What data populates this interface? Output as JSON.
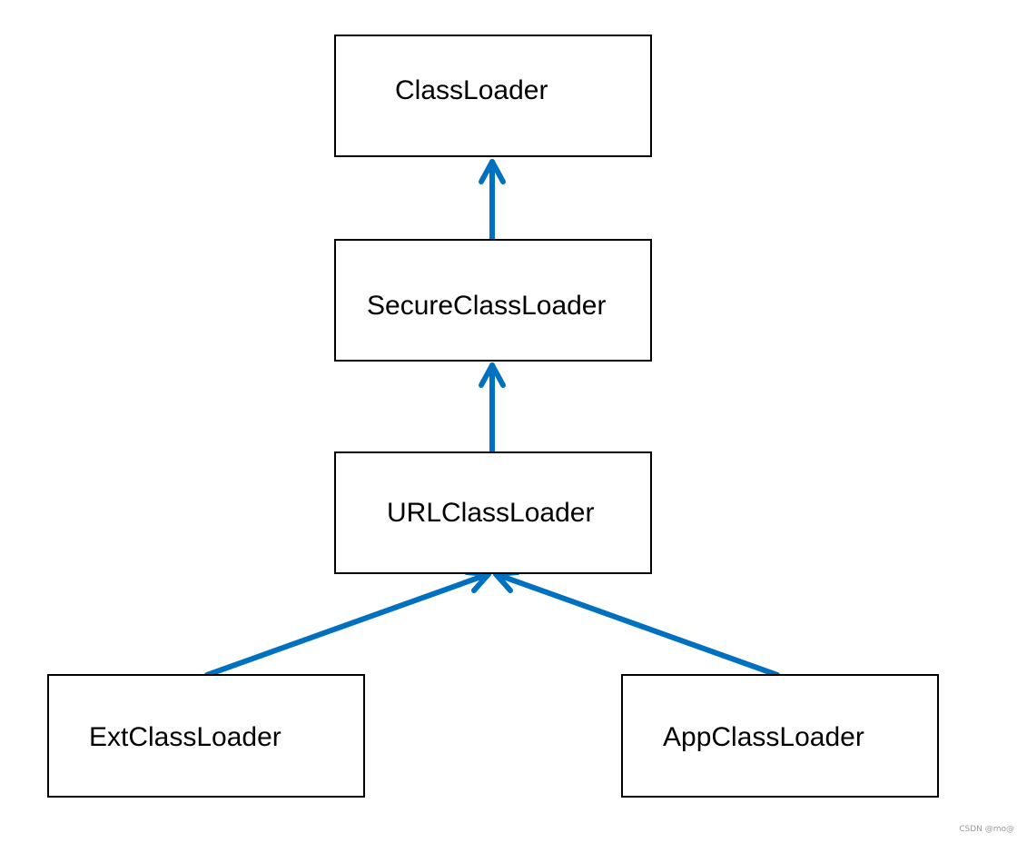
{
  "nodes": {
    "classloader": "ClassLoader",
    "secure": "SecureClassLoader",
    "url": "URLClassLoader",
    "ext": "ExtClassLoader",
    "app": "AppClassLoader"
  },
  "edges": [
    {
      "from": "secure",
      "to": "classloader"
    },
    {
      "from": "url",
      "to": "secure"
    },
    {
      "from": "ext",
      "to": "url"
    },
    {
      "from": "app",
      "to": "url"
    }
  ],
  "colors": {
    "arrow": "#0070c0",
    "box_border": "#000000",
    "watermark": "#9a9a9a"
  },
  "watermark": "CSDN @mo@"
}
